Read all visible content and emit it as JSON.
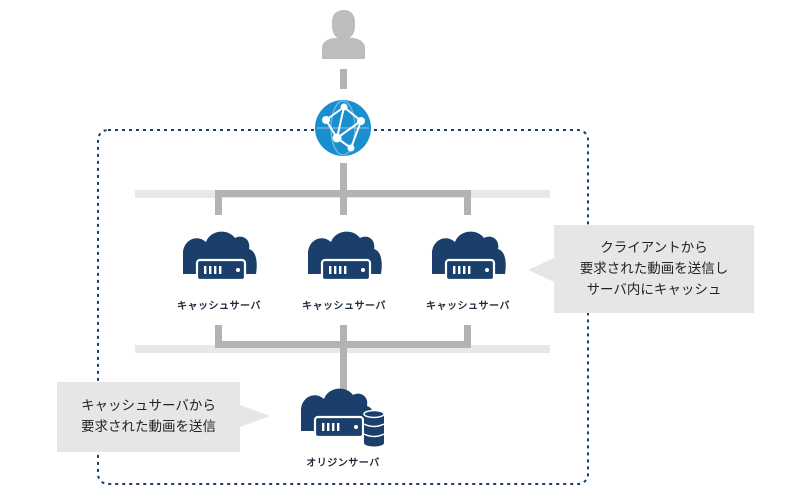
{
  "nodes": {
    "cache_server_1": {
      "label": "キャッシュサーバ"
    },
    "cache_server_2": {
      "label": "キャッシュサーバ"
    },
    "cache_server_3": {
      "label": "キャッシュサーバ"
    },
    "origin_server": {
      "label": "オリジンサーバ"
    }
  },
  "callouts": {
    "cache": {
      "lines": [
        "クライアントから",
        "要求された動画を送信し",
        "サーバ内にキャッシュ"
      ]
    },
    "origin": {
      "lines": [
        "キャッシュサーバから",
        "要求された動画を送信"
      ]
    }
  },
  "colors": {
    "navy": "#1a3f6b",
    "globe": "#1a8fd0",
    "connector": "#b3b3b3",
    "bus": "#e8e8e8",
    "user": "#bdbdbd",
    "callout_bg": "#e6e6e6"
  },
  "icons": {
    "user": "person-silhouette-icon",
    "globe": "globe-network-icon",
    "server": "cloud-server-icon",
    "database": "database-icon"
  }
}
